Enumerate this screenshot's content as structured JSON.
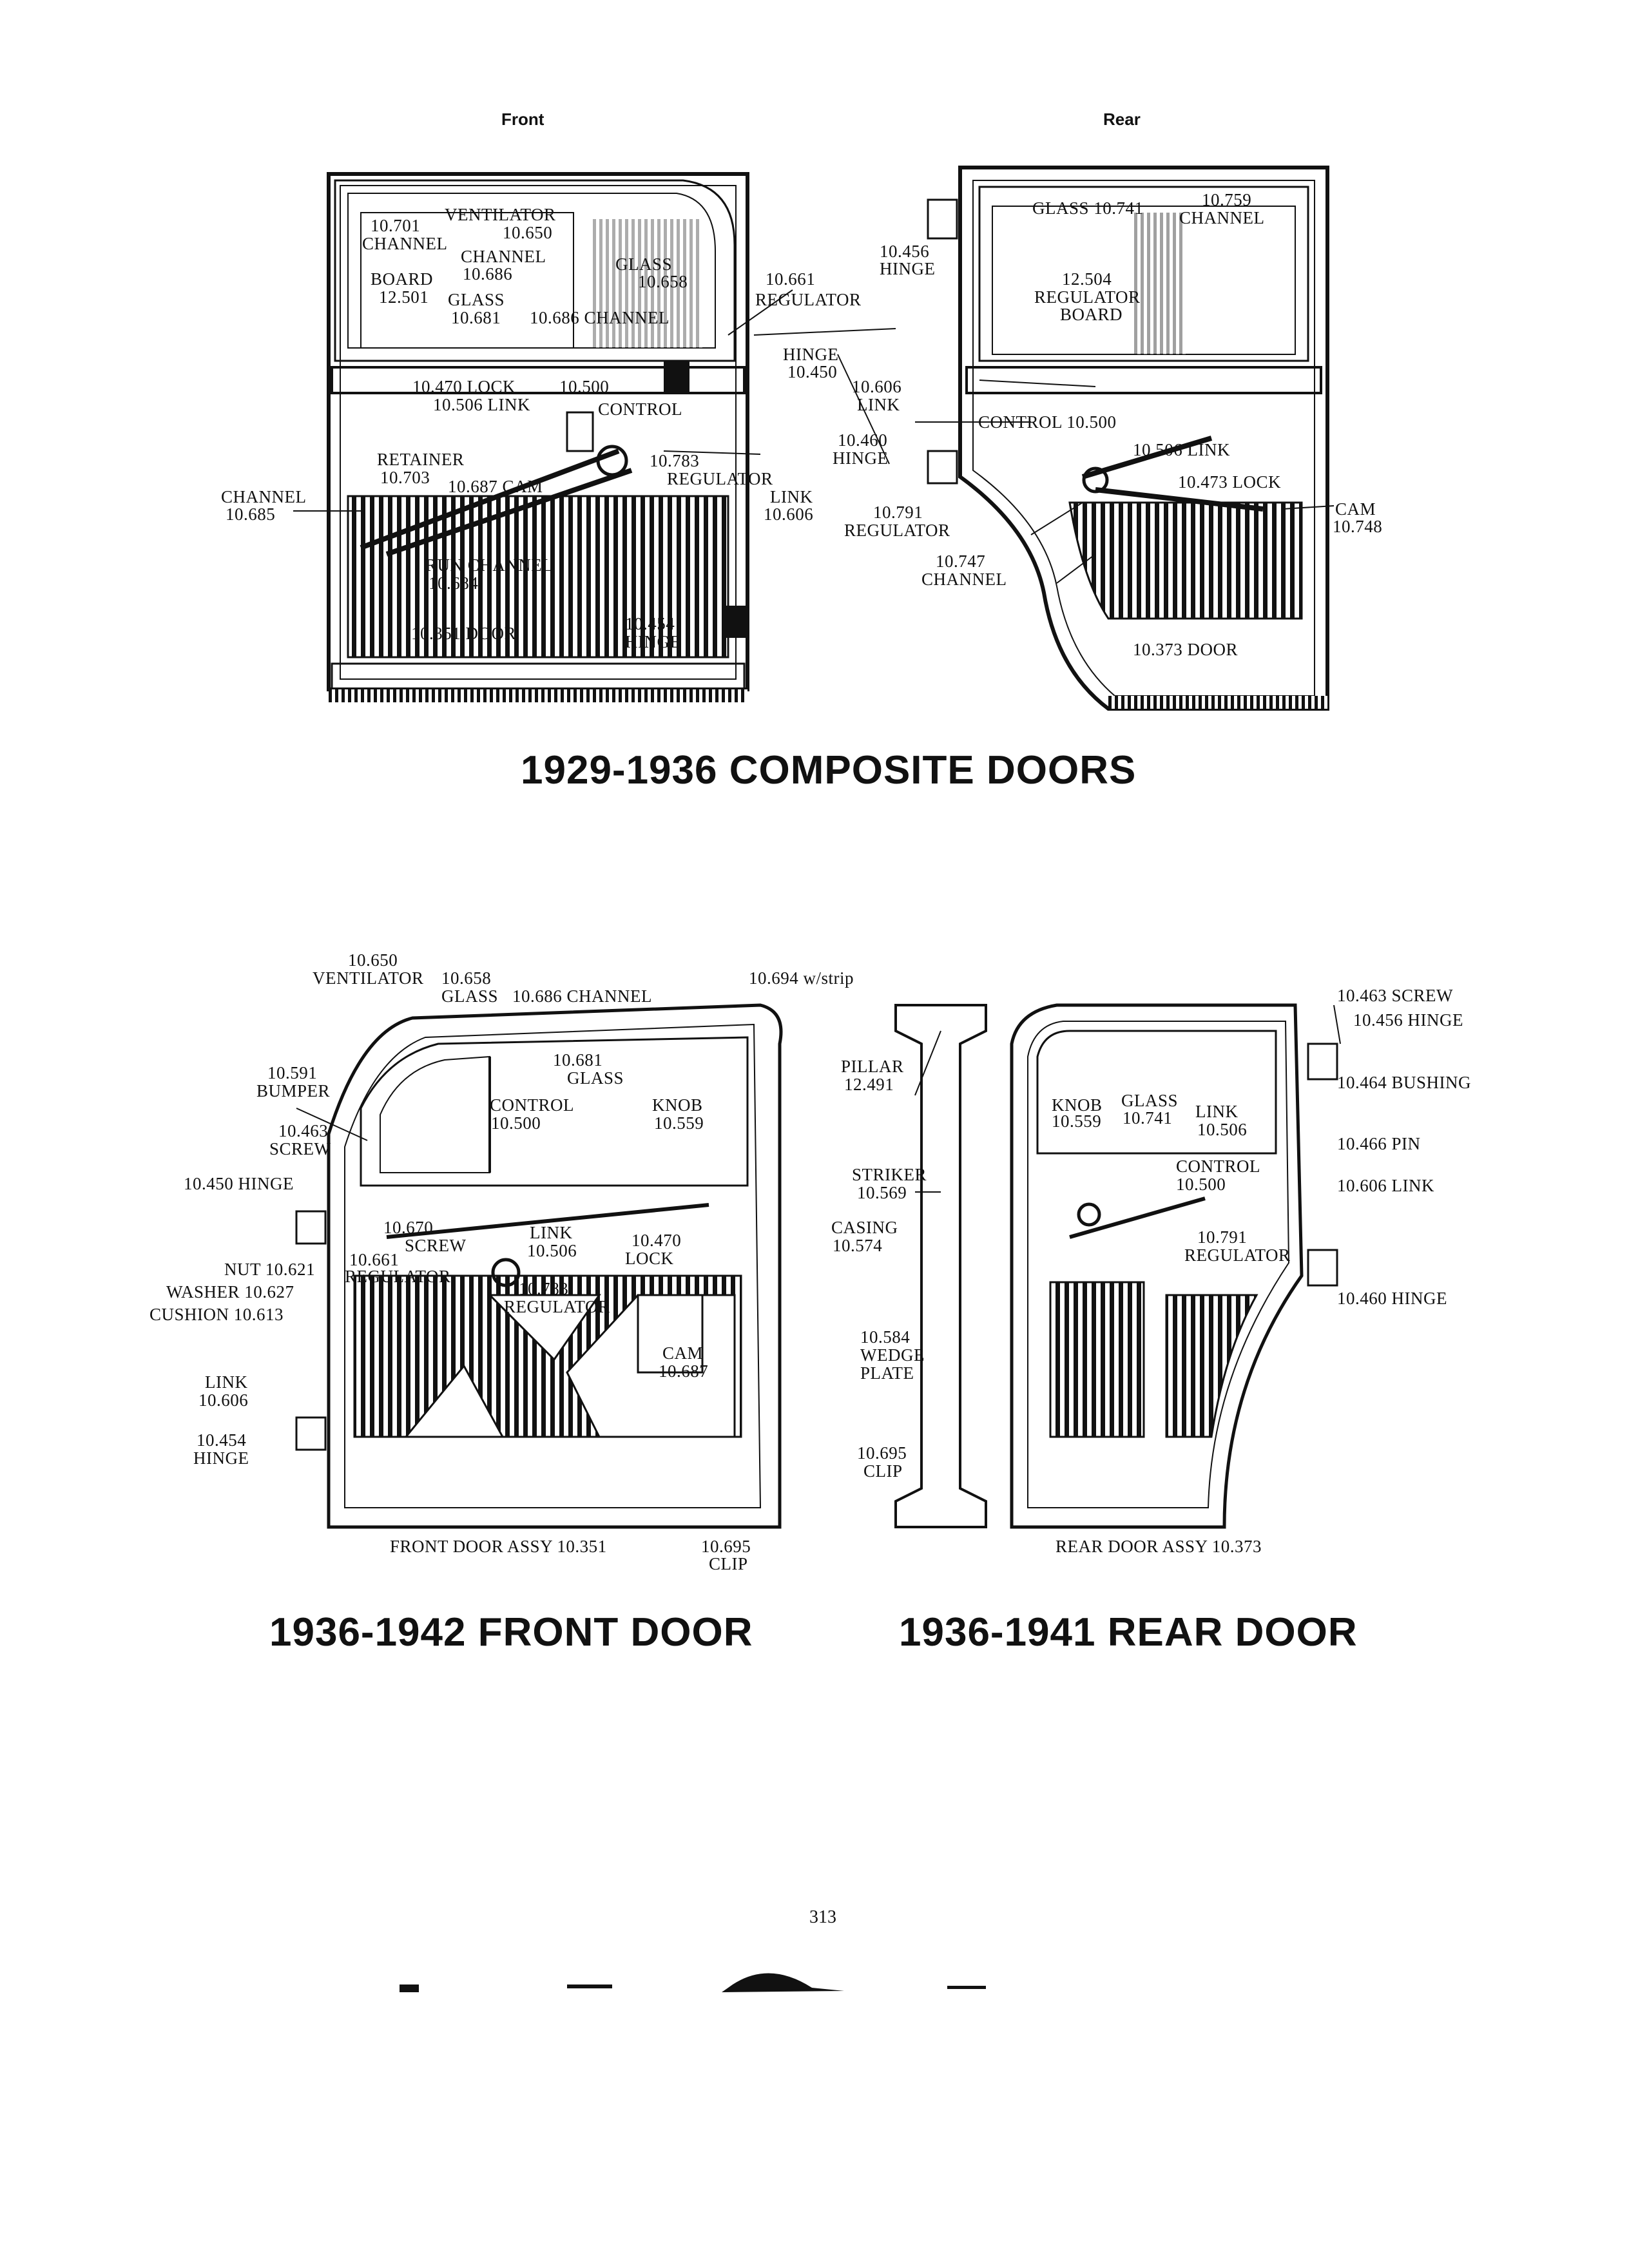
{
  "headers": {
    "front": "Front",
    "rear": "Rear"
  },
  "titles": {
    "composite": "1929-1936 COMPOSITE DOORS",
    "front_door": "1936-1942 FRONT DOOR",
    "rear_door": "1936-1941 REAR DOOR"
  },
  "page_number": "313",
  "composite_front_labels": [
    "10.701",
    "CHANNEL",
    "VENTILATOR",
    "10.650",
    "CHANNEL",
    "10.686",
    "BOARD",
    "12.501",
    "GLASS",
    "10.681",
    "10.686 CHANNEL",
    "GLASS",
    "10.658",
    "10.661",
    "REGULATOR",
    "HINGE",
    "10.450",
    "10.470 LOCK",
    "10.500",
    "10.506 LINK",
    "CONTROL",
    "RETAINER",
    "10.703",
    "10.687 CAM",
    "10.783",
    "REGULATOR",
    "CHANNEL",
    "10.685",
    "LINK",
    "10.606",
    "RUN CHANNEL",
    "10.684",
    "10.351 DOOR",
    "10.454",
    "HINGE"
  ],
  "composite_rear_labels": [
    "10.456",
    "HINGE",
    "GLASS 10.741",
    "10.759",
    "CHANNEL",
    "12.504",
    "REGULATOR",
    "BOARD",
    "10.606",
    "LINK",
    "CONTROL 10.500",
    "10.460",
    "HINGE",
    "10.506 LINK",
    "10.473 LOCK",
    "10.791",
    "REGULATOR",
    "CAM",
    "10.748",
    "10.747",
    "CHANNEL",
    "10.373 DOOR"
  ],
  "front_door_labels": [
    "10.650",
    "VENTILATOR",
    "10.658",
    "GLASS",
    "10.686 CHANNEL",
    "10.694 w/strip",
    "10.591",
    "BUMPER",
    "10.681",
    "GLASS",
    "CONTROL",
    "10.500",
    "KNOB",
    "10.559",
    "10.463",
    "SCREW",
    "10.450 HINGE",
    "10.670",
    "10.661",
    "REGULATOR",
    "SCREW",
    "LINK",
    "10.506",
    "10.470",
    "LOCK",
    "NUT 10.621",
    "WASHER 10.627",
    "CUSHION 10.613",
    "10.783",
    "REGULATOR",
    "CAM",
    "10.687",
    "LINK",
    "10.606",
    "10.454",
    "HINGE",
    "FRONT DOOR ASSY 10.351",
    "10.695",
    "CLIP"
  ],
  "rear_door_labels": [
    "PILLAR",
    "12.491",
    "STRIKER",
    "10.569",
    "CASING",
    "10.574",
    "10.584",
    "WEDGE",
    "PLATE",
    "10.695",
    "CLIP",
    "KNOB",
    "10.559",
    "GLASS",
    "10.741",
    "LINK",
    "10.506",
    "CONTROL",
    "10.500",
    "10.791",
    "REGULATOR",
    "10.463 SCREW",
    "10.456 HINGE",
    "10.464 BUSHING",
    "10.466 PIN",
    "10.606 LINK",
    "10.460 HINGE",
    "REAR DOOR ASSY 10.373"
  ]
}
